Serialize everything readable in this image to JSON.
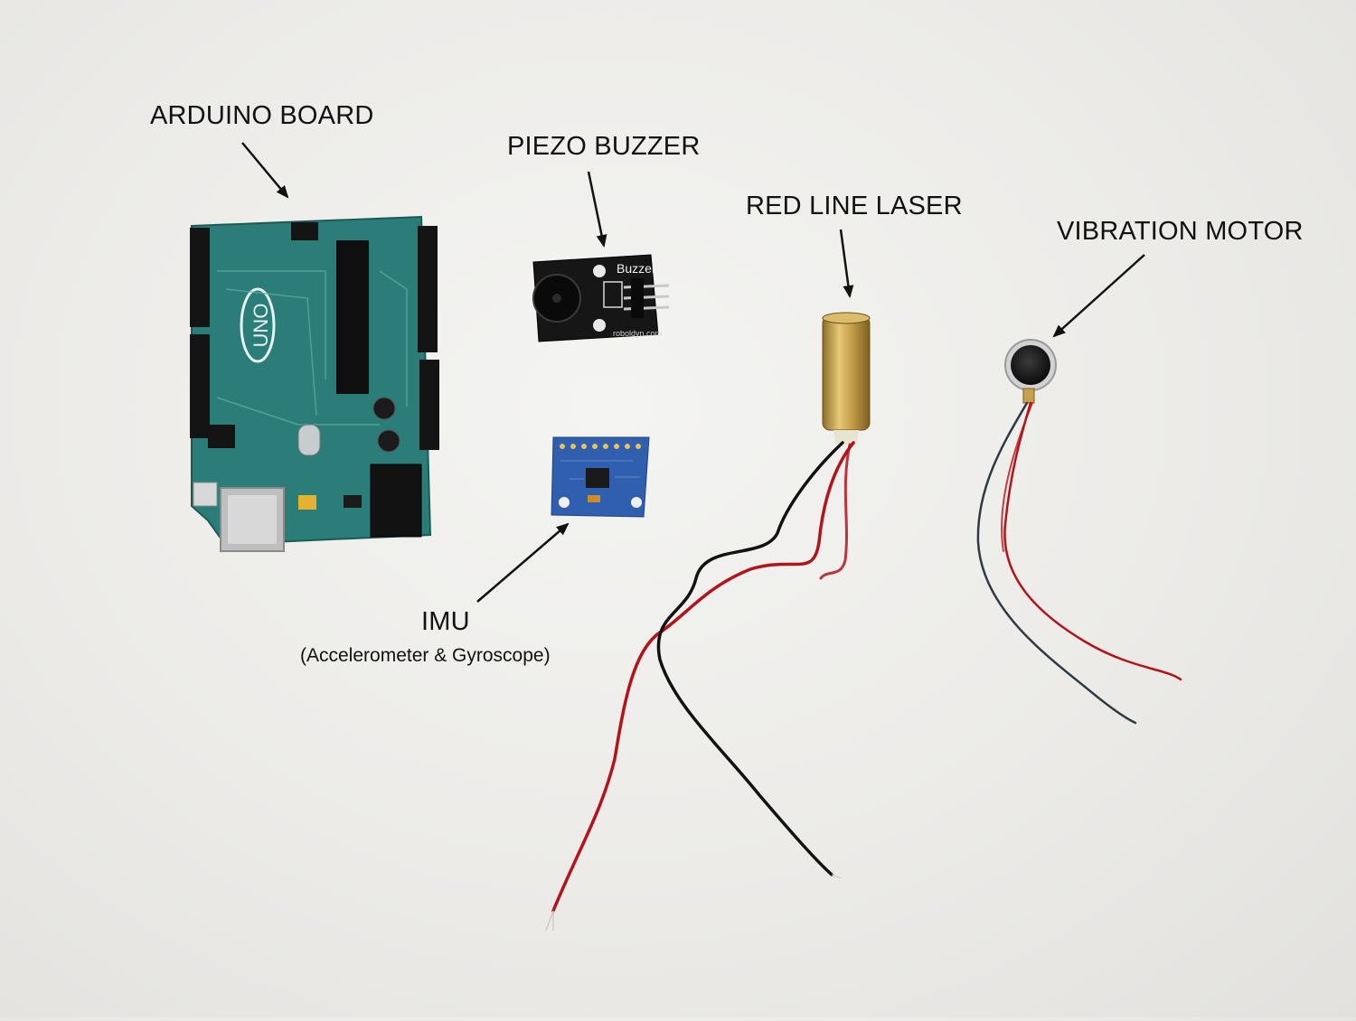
{
  "labels": {
    "arduino": "ARDUINO BOARD",
    "buzzer": "PIEZO BUZZER",
    "laser": "RED LINE LASER",
    "motor": "VIBRATION MOTOR",
    "imu": "IMU",
    "imu_sub": "(Accelerometer & Gyroscope)"
  },
  "board_text": {
    "uno": "UNO",
    "buzzer_module": "Buzzer",
    "buzzer_site": "roboldyn.com"
  },
  "colors": {
    "background": "#ecebe8",
    "arduino_pcb": "#2a7d78",
    "imu_pcb": "#2f5fae",
    "laser_brass": "#c8a24a",
    "wire_red": "#b3141b",
    "wire_black": "#121212"
  }
}
